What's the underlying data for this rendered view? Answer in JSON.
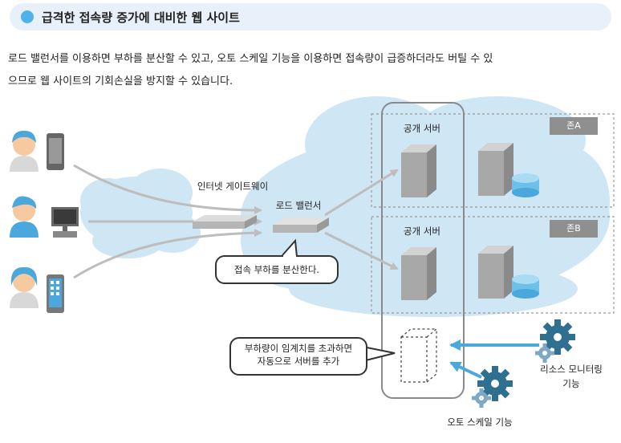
{
  "header": {
    "title": "급격한 접속량 증가에 대비한 웹 사이트"
  },
  "description": {
    "line1": "로드 밸런서를 이용하면 부하를 분산할 수 있고, 오토 스케일 기능을 이용하면 접속량이 급증하더라도 버틸 수 있",
    "line2": "으므로 웹 사이트의 기회손실을 방지할 수 있습니다."
  },
  "diagram": {
    "internet_gateway": "인터넷 게이트웨이",
    "load_balancer": "로드 밸런서",
    "public_server_a": "공개 서버",
    "public_server_b": "공개 서버",
    "zone_a": "존A",
    "zone_b": "존B",
    "balancer_note": "접속 부하를 분산한다.",
    "scale_note_1": "부하량이 임계치를 초과하면",
    "scale_note_2": "자동으로 서버를 추가",
    "monitoring_1": "리소스 모니터링",
    "monitoring_2": "기능",
    "auto_scale": "오토 스케일 기능"
  },
  "colors": {
    "accent": "#4eb3ea",
    "cloud": "#cfe6f5",
    "arrow_blue": "#4aa8dd",
    "gear": "#2f6f8f"
  }
}
